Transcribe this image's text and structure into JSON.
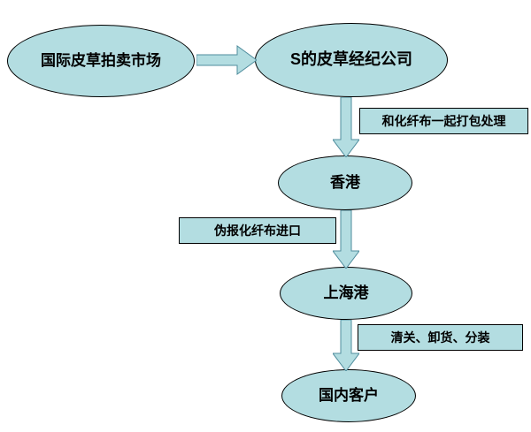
{
  "diagram": {
    "title": "fur-smuggling-flowchart",
    "colors": {
      "node_fill": "#b3dde1",
      "node_border": "#000000",
      "arrow_fill": "#b3dde1",
      "arrow_stroke": "#4f8d9d",
      "background": "#ffffff",
      "text": "#000000"
    },
    "nodes": {
      "auction": {
        "label": "国际皮草拍卖市场"
      },
      "broker": {
        "label": "S的皮草经纪公司"
      },
      "hongkong": {
        "label": "香港"
      },
      "shanghai": {
        "label": "上海港"
      },
      "customers": {
        "label": "国内客户"
      }
    },
    "annotations": {
      "pack": {
        "label": "和化纤布一起打包处理"
      },
      "declare": {
        "label": "伪报化纤布进口"
      },
      "clearance": {
        "label": "清关、卸货、分装"
      }
    },
    "edges": [
      {
        "from": "auction",
        "to": "broker",
        "direction": "right"
      },
      {
        "from": "broker",
        "to": "hongkong",
        "direction": "down",
        "note": "和化纤布一起打包处理"
      },
      {
        "from": "hongkong",
        "to": "shanghai",
        "direction": "down",
        "note": "伪报化纤布进口"
      },
      {
        "from": "shanghai",
        "to": "customers",
        "direction": "down",
        "note": "清关、卸货、分装"
      }
    ]
  }
}
